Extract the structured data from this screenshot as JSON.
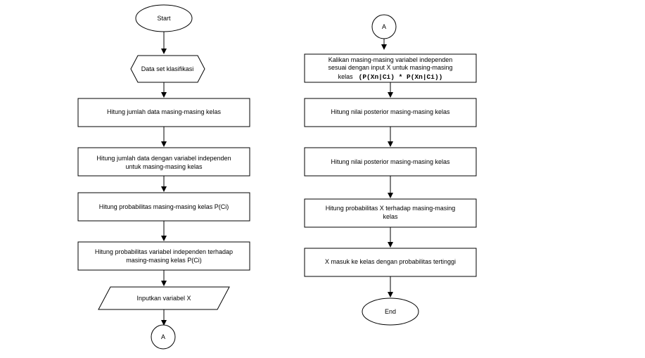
{
  "left_column": {
    "start": "Start",
    "input_dataset": "Data set klasifikasi",
    "step_count_class": "Hitung jumlah data masing-masing kelas",
    "step_count_var_line1": "Hitung jumlah data dengan variabel independen",
    "step_count_var_line2": "untuk masing-masing kelas",
    "step_prob_class": "Hitung probabilitas masing-masing kelas P(Ci)",
    "step_prob_var_line1": "Hitung probabilitas variabel independen terhadap",
    "step_prob_var_line2": "masing-masing kelas P(Ci)",
    "input_x": "Inputkan variabel X",
    "connector": "A"
  },
  "right_column": {
    "connector": "A",
    "step_multiply_line1": "Kalikan masing-masing variabel independen",
    "step_multiply_line2": "sesuai dengan input X untuk masing-masing",
    "step_multiply_line3_prefix": "kelas",
    "step_multiply_line3_formula": "(P(Xn|Ci) * P(Xn|Ci))",
    "step_posterior_1": "Hitung nilai posterior masing-masing kelas",
    "step_posterior_2": "Hitung nilai posterior masing-masing kelas",
    "step_prob_x_line1": "Hitung probabilitas X terhadap masing-masing",
    "step_prob_x_line2": "kelas",
    "step_assign": "X masuk ke kelas dengan probabilitas tertinggi",
    "end": "End"
  }
}
